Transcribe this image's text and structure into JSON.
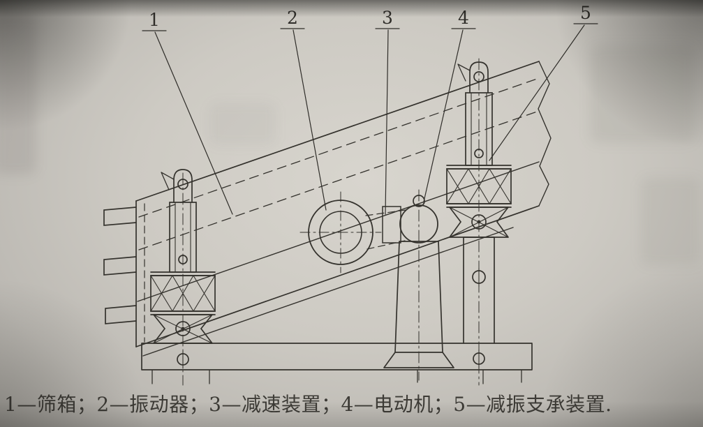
{
  "figure": {
    "callouts": [
      {
        "number": "1",
        "label": "筛箱"
      },
      {
        "number": "2",
        "label": "振动器"
      },
      {
        "number": "3",
        "label": "减速装置"
      },
      {
        "number": "4",
        "label": "电动机"
      },
      {
        "number": "5",
        "label": "减振支承装置"
      }
    ],
    "caption": "1—筛箱；2—振动器；3—减速装置；4—电动机；5—减振支承装置."
  },
  "colors": {
    "paper": "#cdcac3",
    "ink": "#34322d",
    "caption_ink": "#3d3b36"
  }
}
